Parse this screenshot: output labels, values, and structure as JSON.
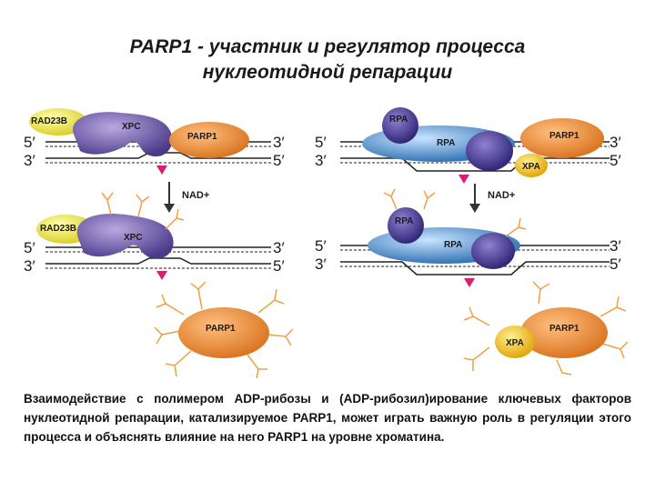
{
  "title": {
    "line1": "PARP1 - участник и регулятор процесса",
    "line2": "нуклеотидной репарации"
  },
  "left": {
    "top": {
      "rad23b": "RAD23B",
      "xpc": "XPC",
      "parp1": "PARP1",
      "end_tl": "5′",
      "end_bl": "3′",
      "end_tr": "3′",
      "end_br": "5′"
    },
    "nad": "NAD+",
    "bottom": {
      "rad23b": "RAD23B",
      "xpc": "XPC",
      "parp1": "PARP1",
      "end_tl": "5′",
      "end_bl": "3′",
      "end_tr": "3′",
      "end_br": "5′"
    }
  },
  "right": {
    "top": {
      "rpa_small": "RPA",
      "rpa": "RPA",
      "parp1": "PARP1",
      "xpa": "XPA",
      "end_tl": "5′",
      "end_bl": "3′",
      "end_tr": "3′",
      "end_br": "5′"
    },
    "nad": "NAD+",
    "bottom": {
      "rpa_small": "RPA",
      "rpa": "RPA",
      "xpa": "XPA",
      "parp1": "PARP1",
      "end_tl": "5′",
      "end_bl": "3′",
      "end_tr": "3′",
      "end_br": "5′"
    }
  },
  "caption": "Взаимодействие с полимером ADP-рибозы и (ADP-рибозил)ирование ключевых факторов нуклеотидной репарации, катализируемое PARP1, может играть важную роль в регуляции этого процесса и объяснять влияние на него PARP1 на уровне хроматина.",
  "colors": {
    "xpc": "#6e5ba8",
    "parp1": "#ee8a3a",
    "rpa": "#4a8fd0",
    "xpa": "#f5c21a",
    "rad23b": "#f0ea50",
    "lesion": "#d6206e",
    "adp_ribose": "#f0a040"
  }
}
